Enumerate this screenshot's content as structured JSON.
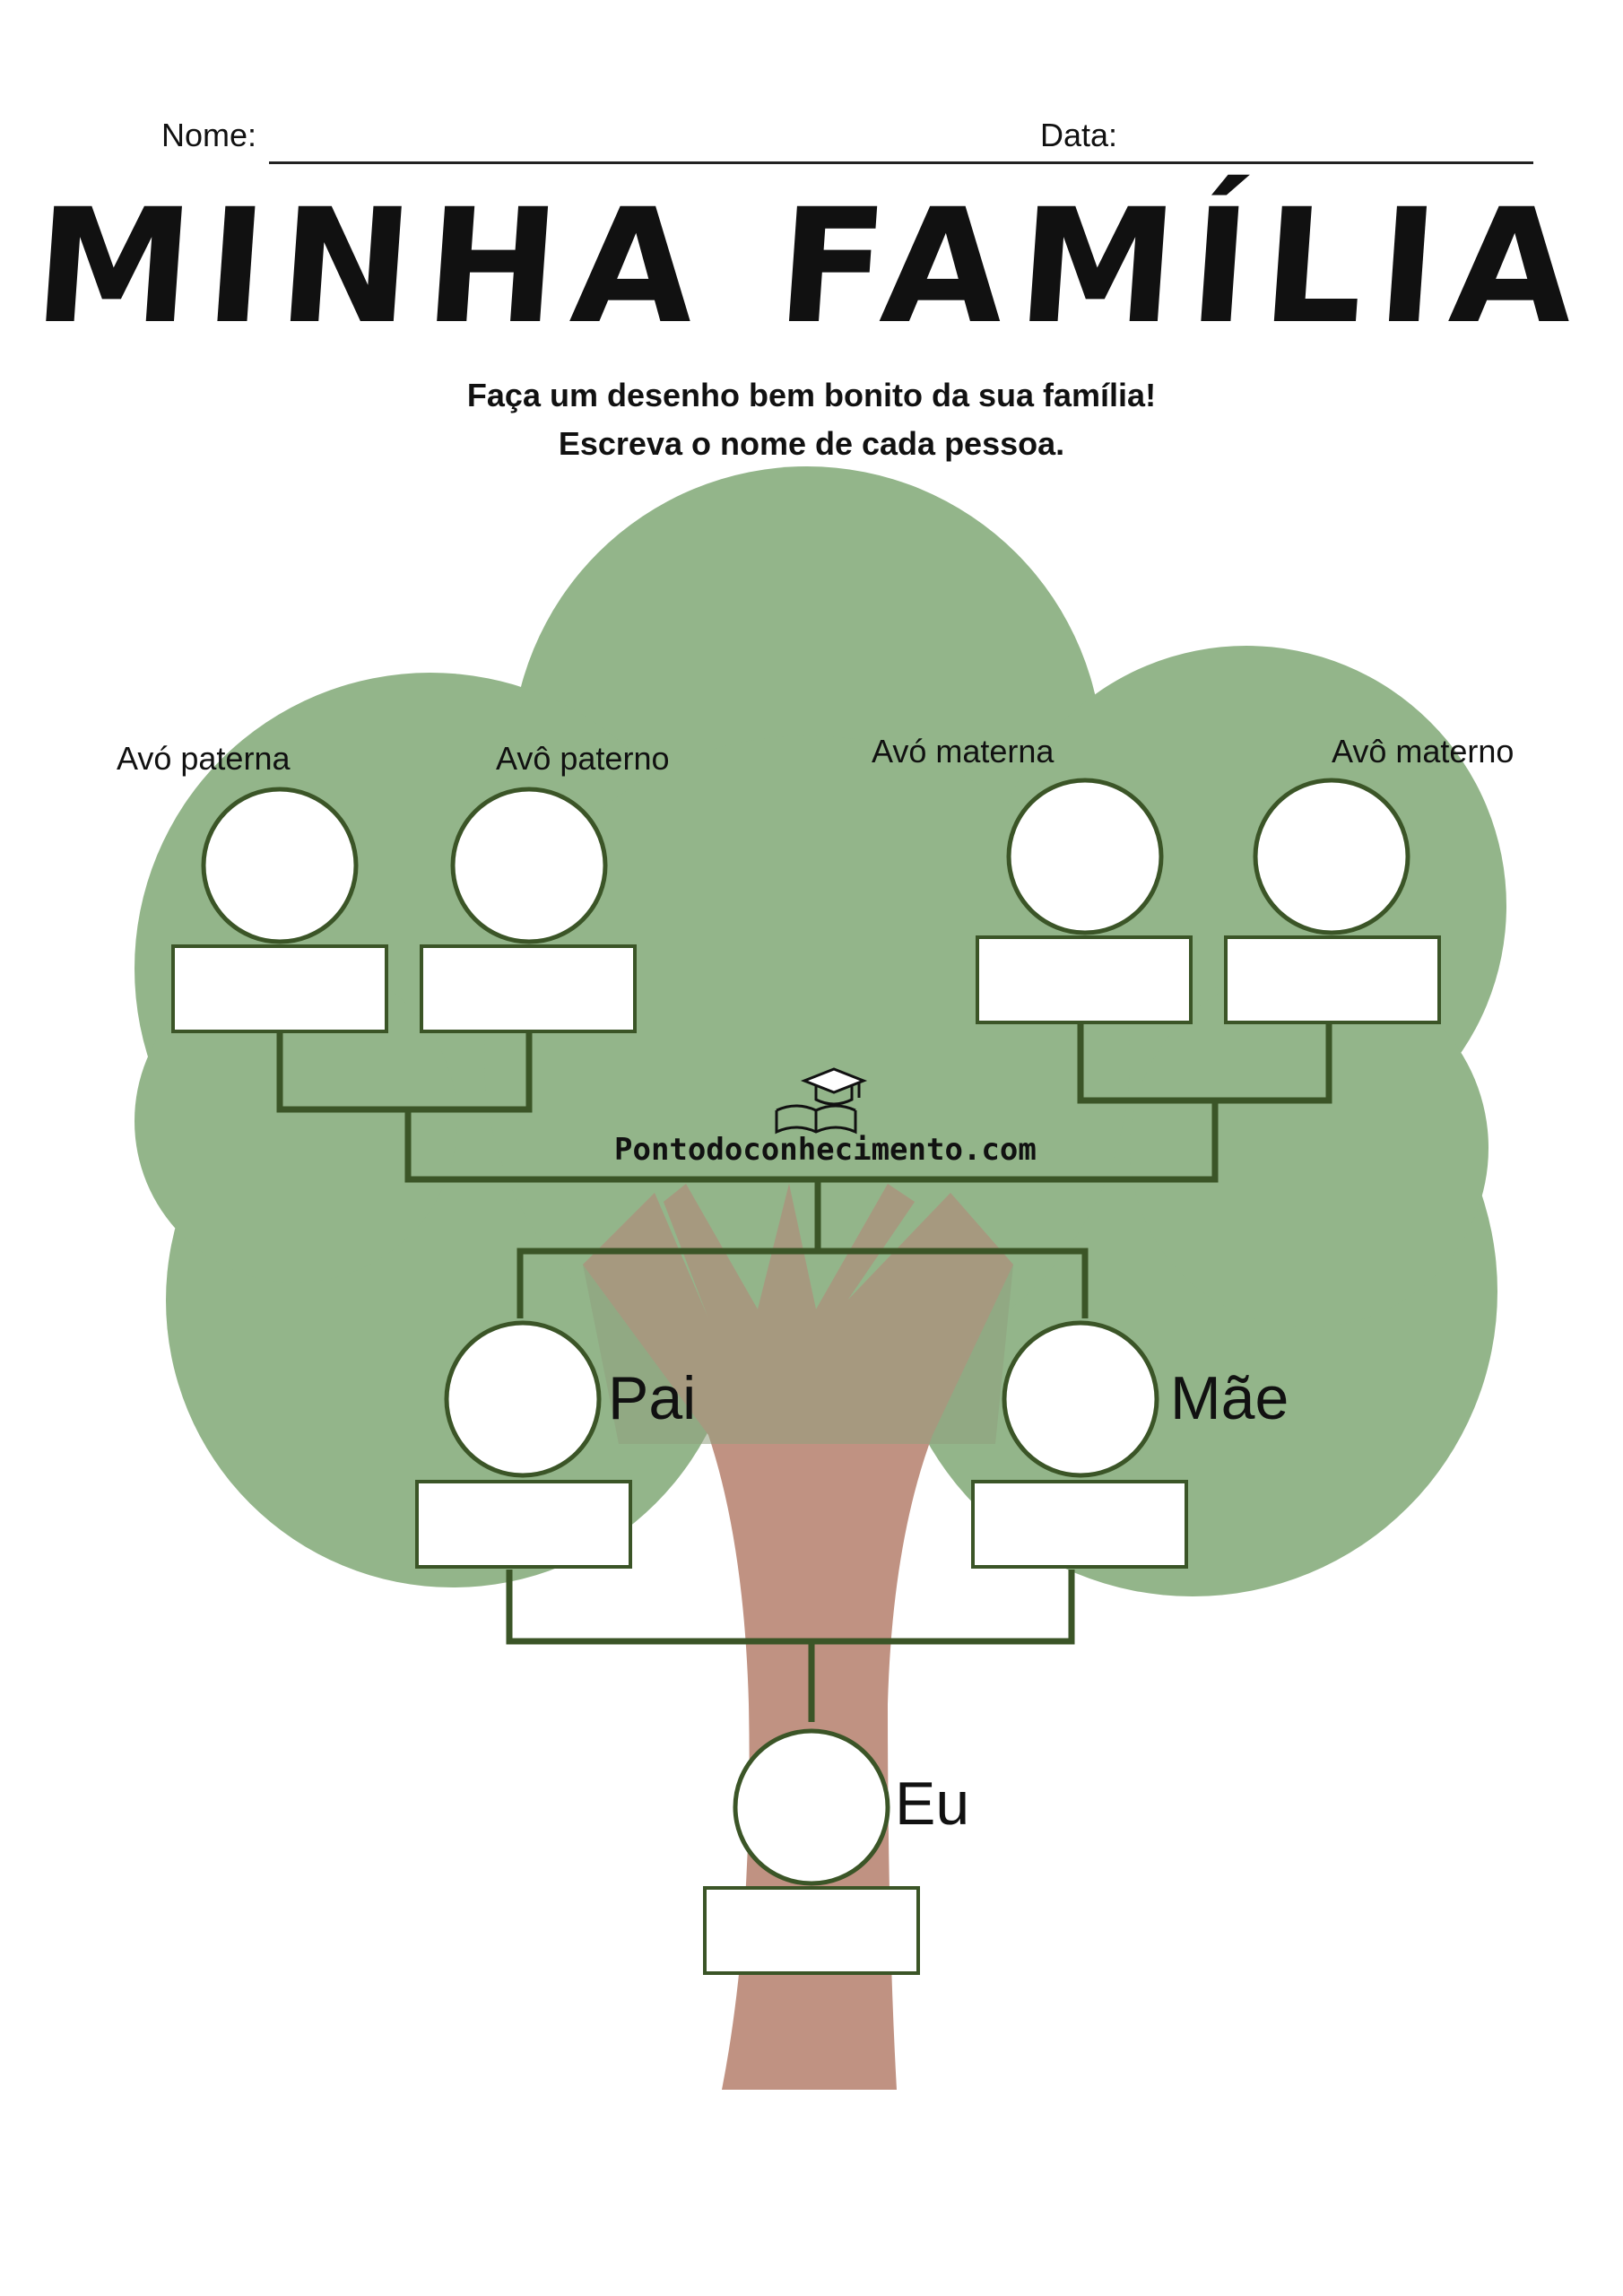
{
  "header": {
    "name_label": "Nome:",
    "date_label": "Data:"
  },
  "title": "MINHA FAMÍLIA",
  "instructions": [
    "Faça um desenho bem bonito da sua família!",
    "Escreva o nome de cada pessoa."
  ],
  "brand": {
    "text": "Pontodoconhecimento.com",
    "icon": "graduation-cap-book-icon"
  },
  "people": {
    "paternal_grandmother": "Avó paterna",
    "paternal_grandfather": "Avô paterno",
    "maternal_grandmother": "Avó materna",
    "maternal_grandfather": "Avô materno",
    "father": "Pai",
    "mother": "Mãe",
    "me": "Eu"
  },
  "colors": {
    "foliage": "#93b58a",
    "trunk": "#c09282",
    "lines": "#3b5527",
    "text": "#111111"
  }
}
